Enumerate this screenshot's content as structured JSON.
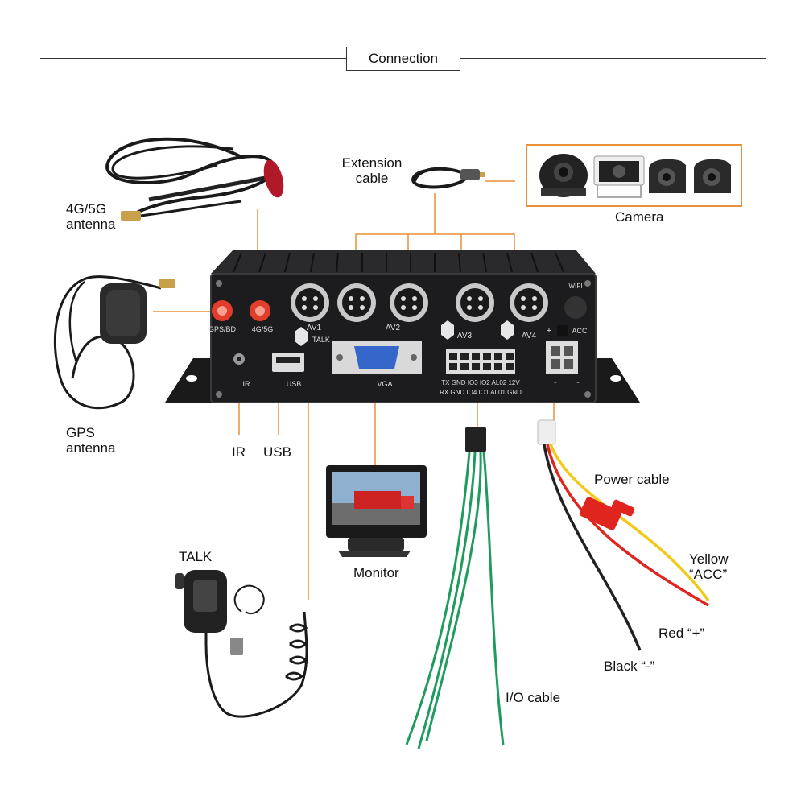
{
  "header": {
    "title": "Connection"
  },
  "labels": {
    "antenna_4g": [
      "4G/5G",
      "antenna"
    ],
    "gps_antenna": [
      "GPS",
      "antenna"
    ],
    "extension_cable": [
      "Extension",
      "cable"
    ],
    "camera": "Camera",
    "ir": "IR",
    "usb": "USB",
    "talk": "TALK",
    "monitor": "Monitor",
    "power_cable": "Power cable",
    "yellow": [
      "Yellow",
      "“ACC”"
    ],
    "red": "Red “+”",
    "black": "Black “-”",
    "io_cable": "I/O cable"
  },
  "device_ports": {
    "antenna_ports": [
      "GPS/BD",
      "4G/5G"
    ],
    "av_ports": [
      "AV1",
      "AV2",
      "AV3",
      "AV4"
    ],
    "wifi": "WIFI",
    "acc": "ACC",
    "plus": "+",
    "minus": [
      "-",
      "-"
    ],
    "talk_port": "TALK",
    "ir_port": "IR",
    "usb_port": "USB",
    "vga_port": "VGA",
    "io_pins_top": "TX GND IO3 IO2 AL02 12V",
    "io_pins_bottom": "RX GND IO4 IO1 AL01 GND"
  },
  "colors": {
    "leader": "#e8913a",
    "device_body": "#1c1c1e",
    "antenna_port": "#e23c2a",
    "io_wire": "#1f9b5e",
    "wire_red": "#e0241e",
    "wire_yellow": "#f2c81a",
    "wire_black": "#222222"
  }
}
